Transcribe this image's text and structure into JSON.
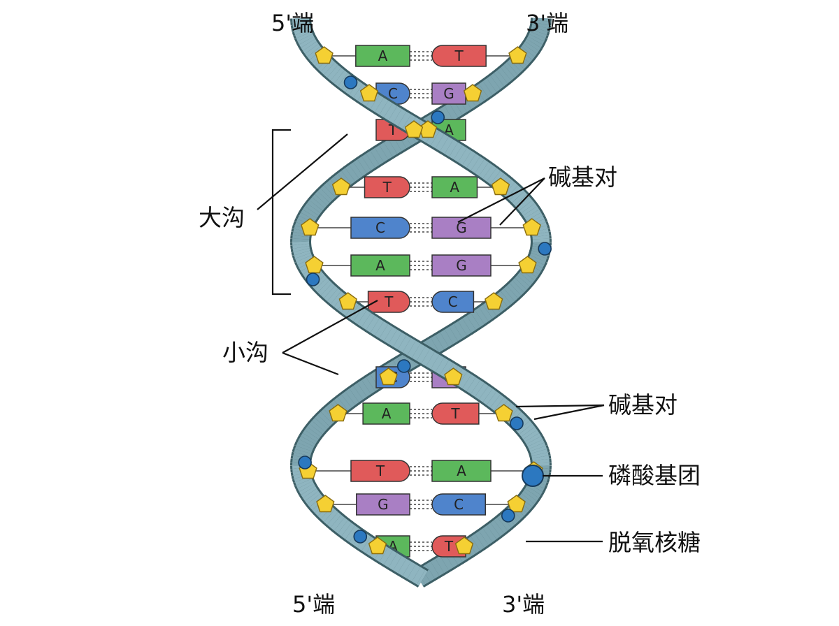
{
  "labels": {
    "top_left_end": "5'端",
    "top_right_end": "3'端",
    "bottom_left_end": "5'端",
    "bottom_right_end": "3'端",
    "major_groove": "大沟",
    "minor_groove": "小沟",
    "base_pair_upper": "碱基对",
    "base_pair_lower": "碱基对",
    "phosphate": "磷酸基团",
    "deoxyribose": "脱氧核糖"
  },
  "colors": {
    "A": "#5cb85c",
    "T": "#e05a5a",
    "C": "#4f84cc",
    "G": "#a97fc4",
    "backbone": "#8fb5c0",
    "backbone_edge": "#3d5f66",
    "sugar": "#f5d033",
    "phosphate": "#2c78c0"
  },
  "base_pairs": [
    {
      "left": "A",
      "right": "T"
    },
    {
      "left": "C",
      "right": "G"
    },
    {
      "left": "T",
      "right": "A"
    },
    {
      "left": "T",
      "right": "A"
    },
    {
      "left": "C",
      "right": "G"
    },
    {
      "left": "A",
      "right": "G"
    },
    {
      "left": "T",
      "right": "C"
    },
    {
      "left": "C",
      "right": "G"
    },
    {
      "left": "A",
      "right": "T"
    },
    {
      "left": "T",
      "right": "A"
    },
    {
      "left": "G",
      "right": "C"
    },
    {
      "left": "A",
      "right": "T"
    }
  ]
}
